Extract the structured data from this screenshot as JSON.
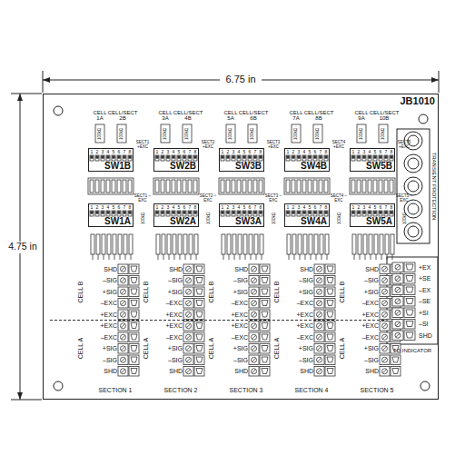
{
  "diagram": {
    "nodes": [
      {
        "text": [
          "JB1010"
        ]
      },
      {
        "text": [
          "SW1B"
        ],
        "in": 0
      },
      {
        "text": [
          "SW2B"
        ],
        "in": 0
      },
      {
        "text": [
          "SW3B"
        ],
        "in": 0
      },
      {
        "text": [
          "SW4B"
        ],
        "in": 0
      },
      {
        "text": [
          "SW5B"
        ],
        "in": 0
      },
      {
        "text": [
          "SW1A"
        ],
        "in": 0
      },
      {
        "text": [
          "SW2A"
        ],
        "in": 0
      },
      {
        "text": [
          "SW3A"
        ],
        "in": 0
      },
      {
        "text": [
          "SW4A"
        ],
        "in": 0
      },
      {
        "text": [
          "SW5A"
        ],
        "in": 0
      }
    ],
    "labels": [
      "6.75 in",
      "4.75 in",
      "TRANSIENT PROTECTION",
      "TO INDICATOR",
      "CELL 1A",
      "CELL/SECT 2B",
      "100kΩ",
      "100kΩ",
      "SECT1 +EXC",
      "SECT1 –EXC",
      "100kΩ",
      "SHD",
      "–SIG",
      "+SIG",
      "–EXC",
      "+EXC",
      "+EXC",
      "–EXC",
      "+SIG",
      "–SIG",
      "SHD",
      "CELL B",
      "CELL A",
      "SECTION 1",
      "CELL 3A",
      "CELL/SECT 4B",
      "100kΩ",
      "100kΩ",
      "SECT2 +EXC",
      "SECT2 –EXC",
      "100kΩ",
      "SHD",
      "–SIG",
      "+SIG",
      "–EXC",
      "+EXC",
      "+EXC",
      "–EXC",
      "+SIG",
      "–SIG",
      "SHD",
      "CELL B",
      "CELL A",
      "SECTION 2",
      "CELL 5A",
      "CELL/SECT 6B",
      "100kΩ",
      "100kΩ",
      "SECT3 +EXC",
      "SECT3 –EXC",
      "100kΩ",
      "SHD",
      "–SIG",
      "+SIG",
      "–EXC",
      "+EXC",
      "+EXC",
      "–EXC",
      "+SIG",
      "–SIG",
      "SHD",
      "CELL B",
      "CELL A",
      "SECTION 3",
      "CELL 7A",
      "CELL/SECT 8B",
      "100kΩ",
      "100kΩ",
      "SECT4 +EXC",
      "SECT4 –EXC",
      "100kΩ",
      "SHD",
      "–SIG",
      "+SIG",
      "–EXC",
      "+EXC",
      "+EXC",
      "–EXC",
      "+SIG",
      "–SIG",
      "SHD",
      "CELL B",
      "CELL A",
      "SECTION 4",
      "CELL 9A",
      "CELL/SECT 10B",
      "100kΩ",
      "100kΩ",
      "SECT5 +EXC",
      "SECT5 –EXC",
      "100kΩ",
      "SHD",
      "–SIG",
      "+SIG",
      "–EXC",
      "+EXC",
      "+EXC",
      "–EXC",
      "+SIG",
      "–SIG",
      "SHD",
      "CELL B",
      "CELL A",
      "SECTION 5",
      "+EX",
      "+SE",
      "–EX",
      "–SE",
      "+SI",
      "–SI",
      "SHD",
      "1",
      "2",
      "3",
      "4",
      "5",
      "6",
      "7",
      "8",
      "1",
      "2",
      "3",
      "4",
      "5",
      "6",
      "7",
      "8",
      "1",
      "2",
      "3",
      "4",
      "5",
      "6",
      "7",
      "8",
      "1",
      "2",
      "3",
      "4",
      "5",
      "6",
      "7",
      "8",
      "1",
      "2",
      "3",
      "4",
      "5",
      "6",
      "7",
      "8",
      "1",
      "2",
      "3",
      "4",
      "5",
      "6",
      "7",
      "8",
      "1",
      "2",
      "3",
      "4",
      "5",
      "6",
      "7",
      "8",
      "1",
      "2",
      "3",
      "4",
      "5",
      "6",
      "7",
      "8",
      "1",
      "2",
      "3",
      "4",
      "5",
      "6",
      "7",
      "8",
      "1",
      "2",
      "3",
      "4",
      "5",
      "6",
      "7",
      "8"
    ]
  }
}
